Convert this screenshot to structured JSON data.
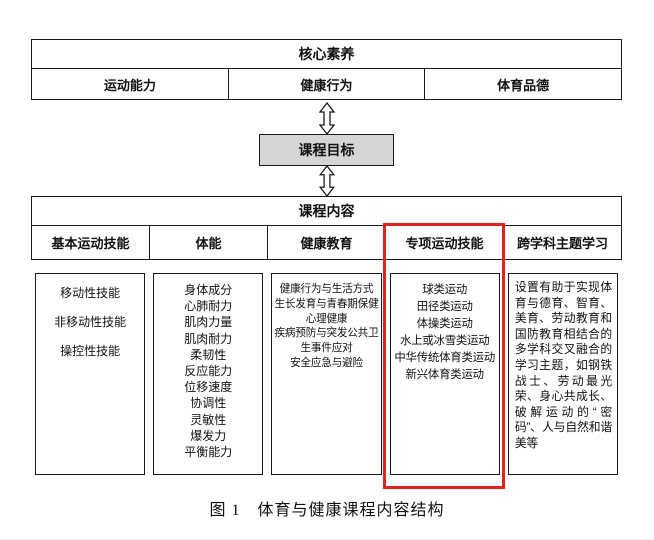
{
  "top": {
    "header": "核心素养",
    "cells": [
      "运动能力",
      "健康行为",
      "体育品德"
    ]
  },
  "goal": {
    "label": "课程目标"
  },
  "content": {
    "header": "课程内容",
    "columns": [
      {
        "label": "基本运动技能",
        "items": [
          "移动性技能",
          "非移动性技能",
          "操控性技能"
        ]
      },
      {
        "label": "体能",
        "items": [
          "身体成分",
          "心肺耐力",
          "肌肉力量",
          "肌肉耐力",
          "柔韧性",
          "反应能力",
          "位移速度",
          "协调性",
          "灵敏性",
          "爆发力",
          "平衡能力"
        ]
      },
      {
        "label": "健康教育",
        "items": [
          "健康行为与生活方式",
          "生长发育与青春期保健",
          "心理健康",
          "疾病预防与突发公共卫生事件应对",
          "安全应急与避险"
        ]
      },
      {
        "label": "专项运动技能",
        "highlighted": true,
        "items": [
          "球类运动",
          "田径类运动",
          "体操类运动",
          "水上或冰雪类运动",
          "中华传统体育类运动",
          "新兴体育类运动"
        ]
      },
      {
        "label": "跨学科主题学习",
        "paragraph": "设置有助于实现体育与德育、智育、美育、劳动教育和国防教育相结合的多学科交叉融合的学习主题，如钢铁战士、劳动最光荣、身心共成长、破解运动的“密码”、人与自然和谐美等"
      }
    ]
  },
  "caption": "图 1　体育与健康课程内容结构",
  "colors": {
    "highlight": "#e0231b",
    "goal_bg": "#d6d6d6",
    "border": "#1a1a1a"
  }
}
